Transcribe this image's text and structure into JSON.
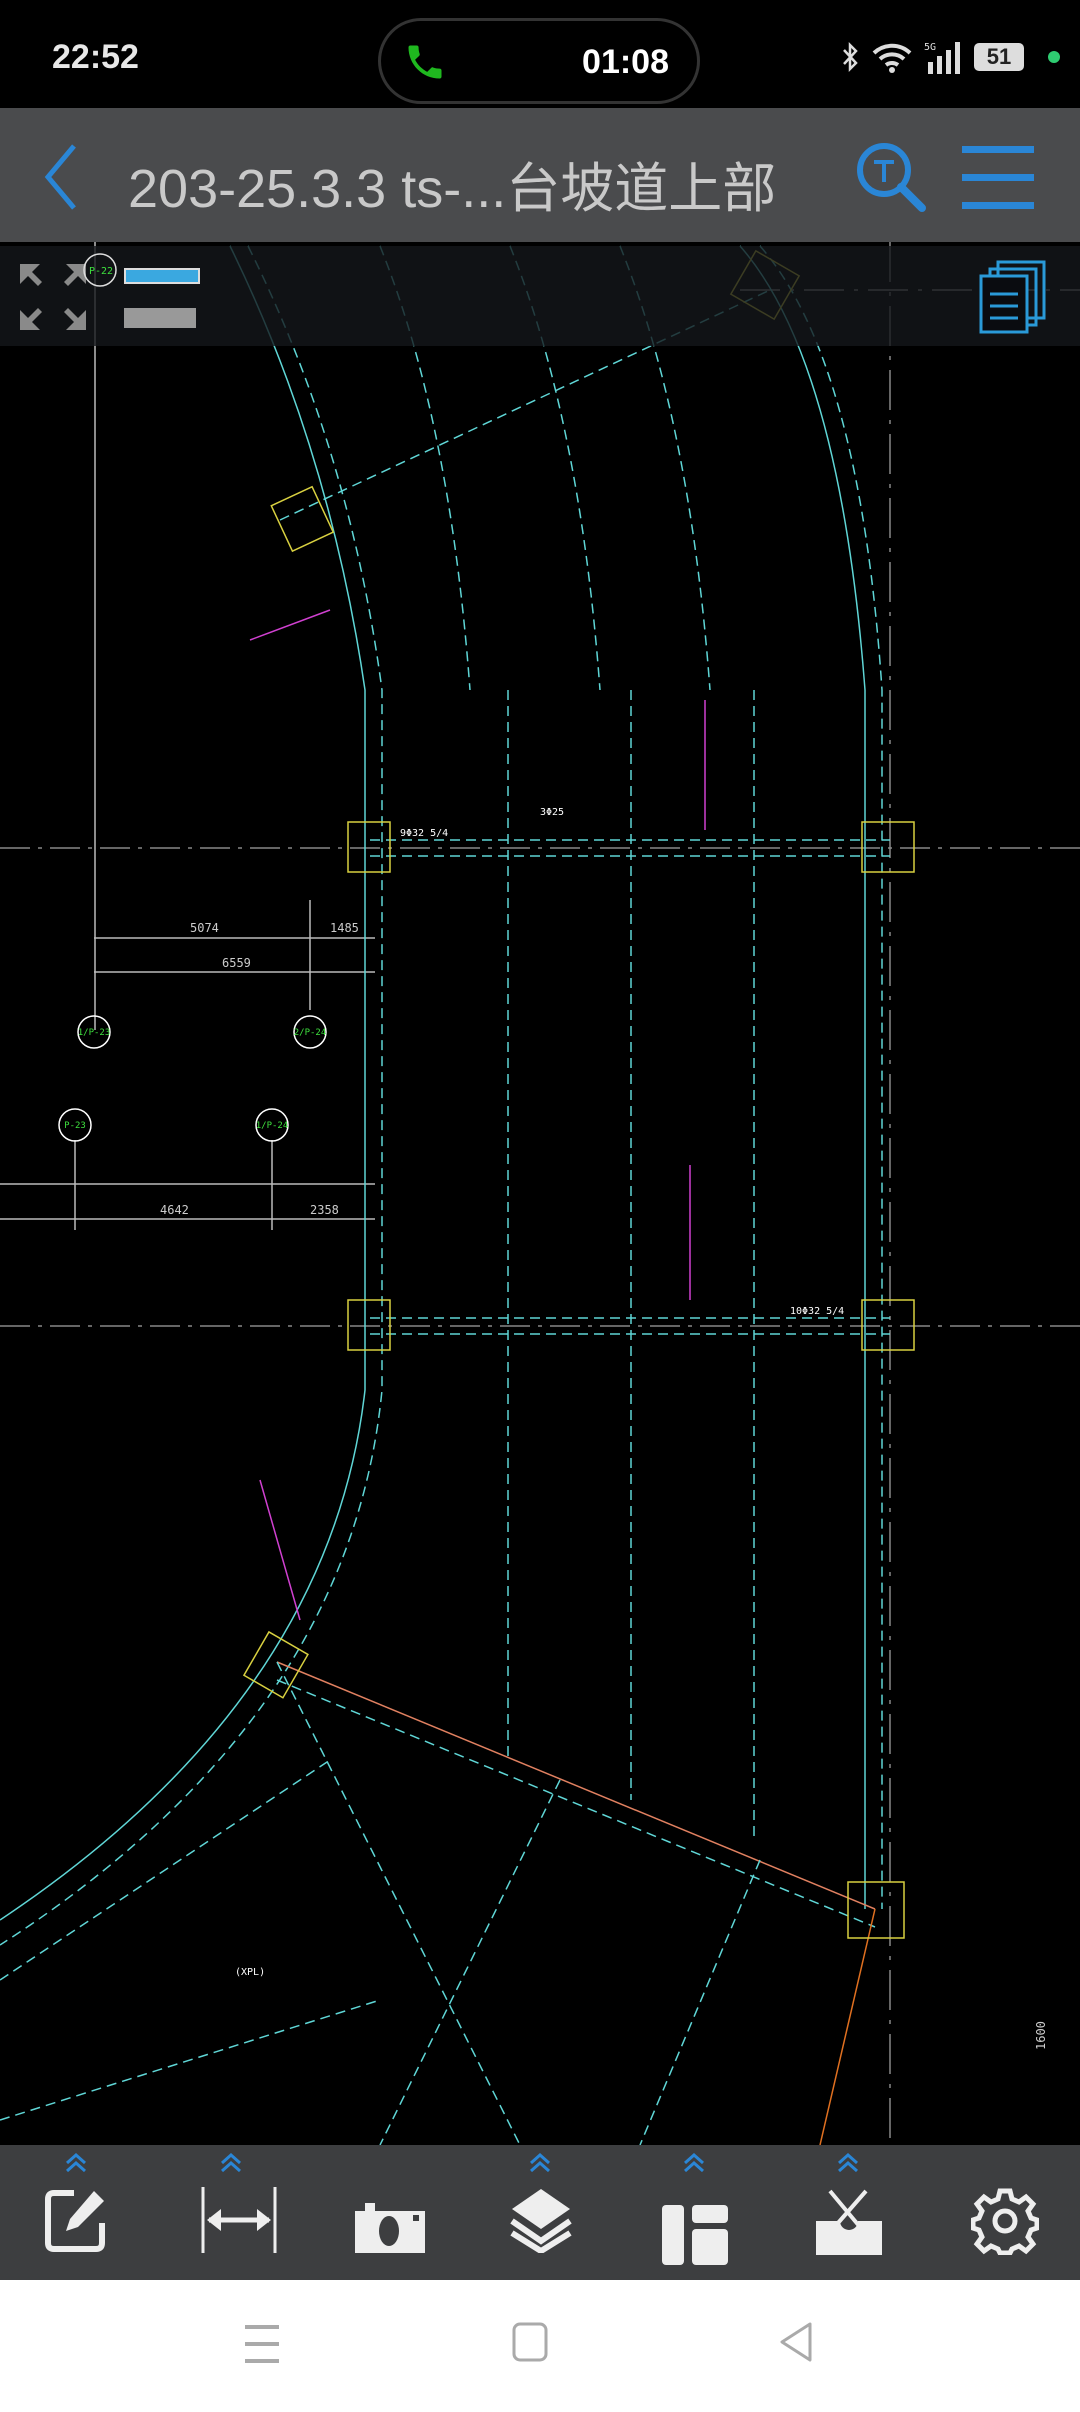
{
  "status_bar": {
    "time": "22:52",
    "call_duration": "01:08",
    "network": "5G",
    "battery": "51"
  },
  "header": {
    "title": "203-25.3.3 ts-...台坡道上部"
  },
  "drawing": {
    "dimensions": {
      "d1": "5074",
      "d2": "1485",
      "d3": "6559",
      "d4": "4642",
      "d5": "2358",
      "d6": "1600"
    },
    "grid_bubbles": {
      "b1": "1/P-23",
      "b2": "2/P-24",
      "b3": "P-23",
      "b4": "1/P-24",
      "b5": "P-22"
    },
    "beam_labels": {
      "rebar1": "3Φ25",
      "rebar2": "9Φ32 5/4",
      "rebar3": "10Φ32 5/4",
      "xpl": "(XPL)"
    }
  },
  "toolbar": {
    "items": [
      "annotate",
      "measure",
      "screenshot",
      "layers",
      "layout",
      "tools",
      "settings"
    ]
  },
  "colors": {
    "accent": "#2a86d6",
    "header_bg": "#4a4b4d",
    "toolbar_bg": "#3d3e40"
  }
}
